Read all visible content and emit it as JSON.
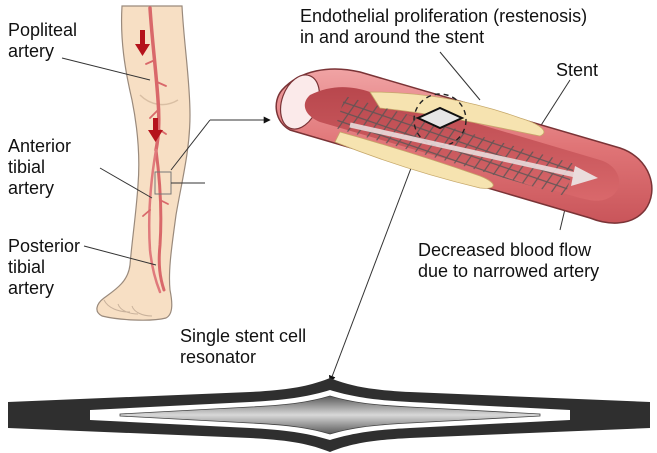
{
  "labels": {
    "popliteal": [
      "Popliteal",
      "artery"
    ],
    "anterior": [
      "Anterior",
      "tibial",
      "artery"
    ],
    "posterior": [
      "Posterior",
      "tibial",
      "artery"
    ],
    "proliferation": [
      "Endothelial proliferation (restenosis)",
      "in and around the stent"
    ],
    "stent": "Stent",
    "flow": [
      "Decreased blood flow",
      "due to narrowed artery"
    ],
    "resonator": [
      "Single stent cell",
      "resonator"
    ]
  },
  "colors": {
    "skin": "#f7dfc4",
    "skin_outline": "#9a8a7c",
    "artery": "#d9686a",
    "vessel_wall": "#e7898b",
    "vessel_lumen": "#c94f55",
    "plaque": "#f6e3b0",
    "flow_arrow": "#b5121b",
    "stent_mesh": "#555555",
    "resonator_outer": "#3a3a3a",
    "resonator_core": "#8c8c8c"
  }
}
